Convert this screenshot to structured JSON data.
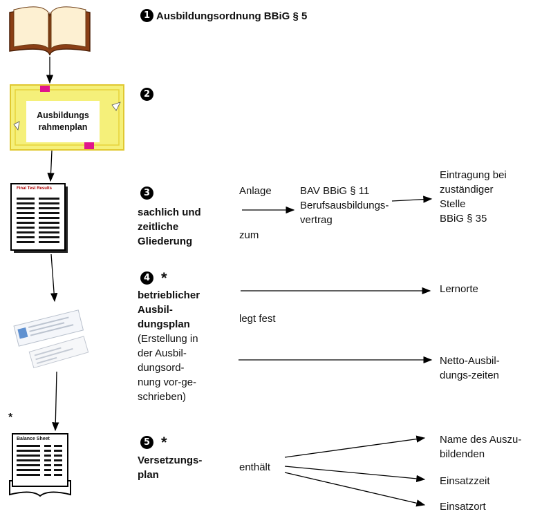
{
  "steps": [
    {
      "number": "1",
      "title": "Ausbildungsordnung BBiG § 5"
    },
    {
      "number": "2",
      "frame_label_line1": "Ausbildungs",
      "frame_label_line2": "rahmenplan"
    },
    {
      "number": "3",
      "title_lines": [
        "sachlich und",
        "zeitliche",
        "Gliederung"
      ]
    },
    {
      "number": "4",
      "title_lines": [
        "betrieblicher",
        "Ausbil-",
        "dungsplan"
      ],
      "note_lines": [
        "(Erstellung in",
        "der Ausbil-",
        "dungsord-",
        "nung vor-ge-",
        "schrieben)"
      ]
    },
    {
      "number": "5",
      "title_lines": [
        "Versetzungs-",
        "plan"
      ]
    }
  ],
  "markers": {
    "star": "*"
  },
  "connectors": {
    "anlage": "Anlage",
    "zum": "zum",
    "legt_fest": "legt fest",
    "enthaelt": "enthält"
  },
  "targets": {
    "bav_lines": [
      "BAV BBiG § 11",
      "Berufsausbildungs-",
      "vertrag"
    ],
    "eintragung_lines": [
      "Eintragung bei",
      "zuständiger",
      "Stelle",
      "BBiG § 35"
    ],
    "lernorte": "Lernorte",
    "netto_lines": [
      "Netto-Ausbil-",
      "dungs-zeiten"
    ],
    "name_lines": [
      "Name des Auszu-",
      "bildenden"
    ],
    "einsatzzeit": "Einsatzzeit",
    "einsatzort": "Einsatzort"
  },
  "icon_text": {
    "sheet1_header": "Final Test Results",
    "sheet5_header": "Balance Sheet"
  },
  "colors": {
    "frame_yellow": "#f5f07a",
    "frame_border": "#e0c830",
    "frame_pink": "#e0168c",
    "book_cover": "#8a3f16",
    "book_page": "#fdf0d2",
    "doc_blue": "#2f6fc2"
  }
}
